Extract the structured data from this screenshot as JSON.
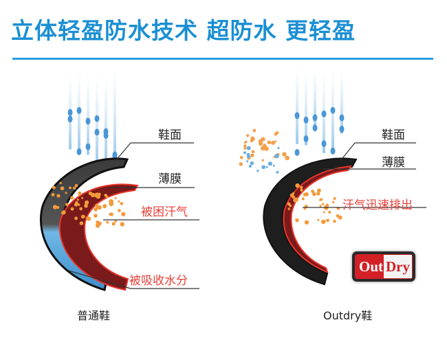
{
  "title": "立体轻盈防水技术 超防水 更轻盈",
  "left": {
    "labels": {
      "upper": "鞋面",
      "membrane": "薄膜",
      "trapped": "被困汗气",
      "absorbed": "被吸收水分"
    },
    "caption": "普通鞋"
  },
  "right": {
    "labels": {
      "upper": "鞋面",
      "membrane": "薄膜",
      "vent": "汗气迅速排出"
    },
    "caption": "Outdry鞋",
    "logo": {
      "part1": "Out",
      "part2": "Dry"
    }
  },
  "colors": {
    "title": "#1a8fd3",
    "red_label": "#e8413a",
    "membrane": "#7a1a1a"
  }
}
